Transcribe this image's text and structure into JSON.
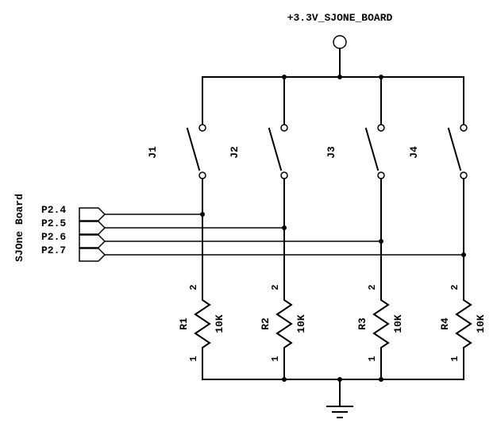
{
  "power_label": "+3.3V_SJONE_BOARD",
  "board_label": "SJOne Board",
  "ports": [
    "P2.4",
    "P2.5",
    "P2.6",
    "P2.7"
  ],
  "switches": [
    "J1",
    "J2",
    "J3",
    "J4"
  ],
  "resistors": [
    {
      "name": "R1",
      "value": "10K",
      "pin_top": "2",
      "pin_bottom": "1"
    },
    {
      "name": "R2",
      "value": "10K",
      "pin_top": "2",
      "pin_bottom": "1"
    },
    {
      "name": "R3",
      "value": "10K",
      "pin_top": "2",
      "pin_bottom": "1"
    },
    {
      "name": "R4",
      "value": "10K",
      "pin_top": "2",
      "pin_bottom": "1"
    }
  ]
}
